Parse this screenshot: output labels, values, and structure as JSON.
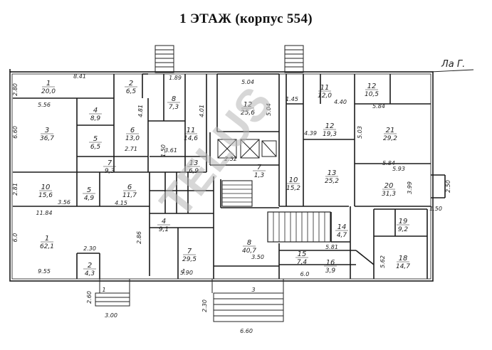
{
  "title": "1 ЭТАЖ (корпус 554)",
  "axis_label": "Ла Г.",
  "watermark": "TELUS",
  "rooms": [
    {
      "id": "r1a",
      "num": "1",
      "area": "20,0"
    },
    {
      "id": "r2a",
      "num": "2",
      "area": "6,5"
    },
    {
      "id": "r3a",
      "num": "3",
      "area": "36,7"
    },
    {
      "id": "r4a",
      "num": "4",
      "area": "8,9"
    },
    {
      "id": "r5a",
      "num": "5",
      "area": "6,5"
    },
    {
      "id": "r6a",
      "num": "6",
      "area": "13,0"
    },
    {
      "id": "r7a",
      "num": "7",
      "area": "9,3"
    },
    {
      "id": "r8",
      "num": "8",
      "area": "7,3"
    },
    {
      "id": "r11a",
      "num": "11",
      "area": "14,6"
    },
    {
      "id": "r12a",
      "num": "12",
      "area": "25,6"
    },
    {
      "id": "r13a",
      "num": "13",
      "area": "6,9"
    },
    {
      "id": "r7b",
      "num": "7",
      "area": "1,3"
    },
    {
      "id": "r10a",
      "num": "10",
      "area": "15,2"
    },
    {
      "id": "r11b",
      "num": "11",
      "area": "12,0"
    },
    {
      "id": "r12b",
      "num": "12",
      "area": "10,5"
    },
    {
      "id": "r12c",
      "num": "12",
      "area": "19,3"
    },
    {
      "id": "r13b",
      "num": "13",
      "area": "25,2"
    },
    {
      "id": "r21",
      "num": "21",
      "area": "29,2"
    },
    {
      "id": "r20",
      "num": "20",
      "area": "31,3"
    },
    {
      "id": "r10b",
      "num": "10",
      "area": "15,6"
    },
    {
      "id": "r5b",
      "num": "5",
      "area": "4,9"
    },
    {
      "id": "r6b",
      "num": "6",
      "area": "11,7"
    },
    {
      "id": "r4b",
      "num": "4",
      "area": "9,1"
    },
    {
      "id": "r1b",
      "num": "1",
      "area": "62,1"
    },
    {
      "id": "r2b",
      "num": "2",
      "area": "4,3"
    },
    {
      "id": "r7c",
      "num": "7",
      "area": "29,5"
    },
    {
      "id": "r8b",
      "num": "8",
      "area": "40,7"
    },
    {
      "id": "r14",
      "num": "14",
      "area": "4,7"
    },
    {
      "id": "r15",
      "num": "15",
      "area": "7,4"
    },
    {
      "id": "r16",
      "num": "16",
      "area": "3,9"
    },
    {
      "id": "r18",
      "num": "18",
      "area": "14,7"
    },
    {
      "id": "r19",
      "num": "19",
      "area": "9,2"
    }
  ],
  "dims": [
    "8.41",
    "2.80",
    "5.56",
    "6.60",
    "2.81",
    "3.56",
    "11.84",
    "6.0",
    "9.55",
    "2.30",
    "4.15",
    "2.86",
    "5.90",
    "5.04",
    "5.04",
    "4.01",
    "3.61",
    "1.50",
    "3.50",
    "6.0",
    "5.81",
    "2.52",
    "2.71",
    "4.81",
    "1.89",
    "1.45",
    "4.40",
    "5.84",
    "5.03",
    "5.93",
    "4.39",
    "5.84",
    "3.99",
    "2.50",
    "1.50",
    "5.62",
    "2.60",
    "3.00",
    "6.60",
    "1",
    "3",
    "1",
    "2.30"
  ]
}
